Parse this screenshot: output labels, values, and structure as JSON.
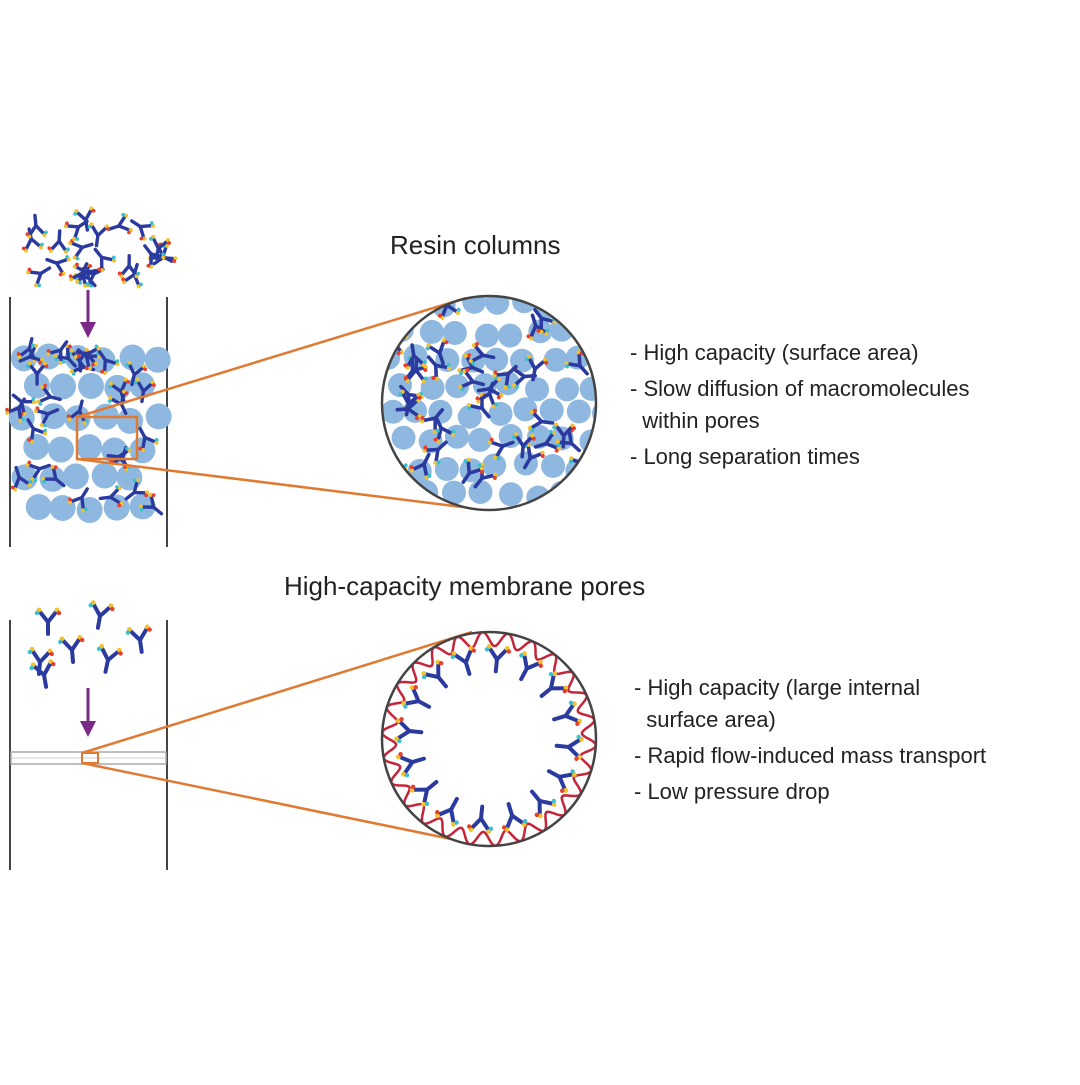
{
  "diagram": {
    "resin": {
      "title": "Resin columns",
      "bullets": [
        "- High capacity (surface area)",
        "- Slow diffusion of macromolecules\n  within pores",
        "- Long separation times"
      ]
    },
    "membrane": {
      "title": "High-capacity membrane pores",
      "bullets": [
        "- High capacity (large internal\n  surface area)",
        "- Rapid flow-induced mass transport",
        "- Low pressure drop"
      ]
    },
    "colors": {
      "bead": "#8fb8e0",
      "antibody": "#2b3a9e",
      "antibody_tip_1": "#f2c12e",
      "antibody_tip_2": "#3cc0d0",
      "antibody_tip_3": "#e8402a",
      "arrow": "#7a2a86",
      "zoom_lines": "#e07a32",
      "membrane_wall": "#c4253a",
      "column_wall": "#444444"
    },
    "icons": [
      "antibody-icon",
      "resin-bead-icon",
      "flow-arrow-icon",
      "zoom-circle-icon"
    ]
  }
}
